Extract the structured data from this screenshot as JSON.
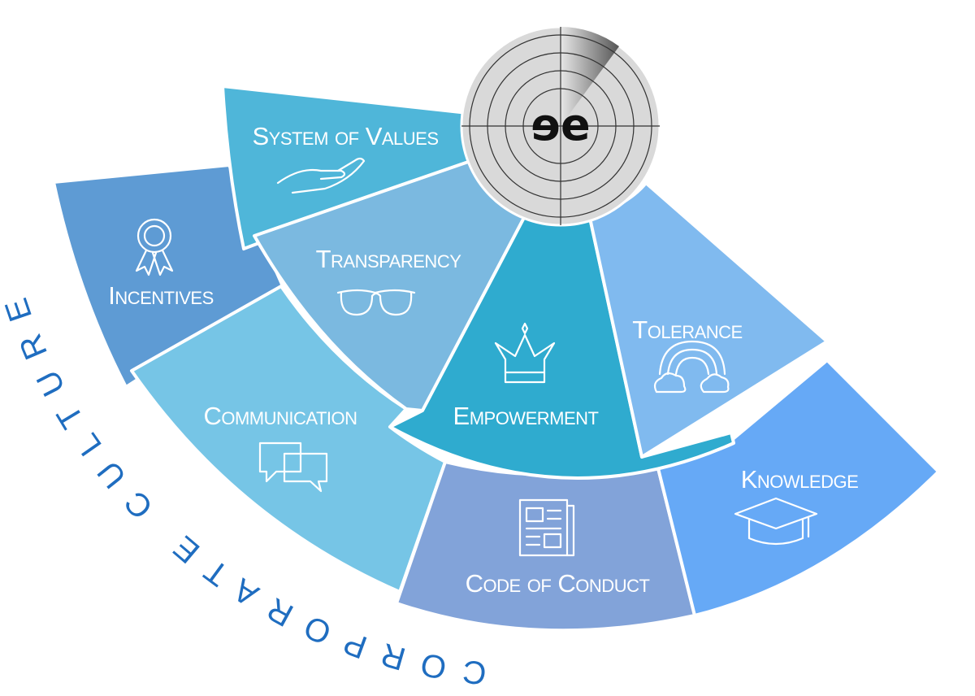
{
  "title": "Corporate Culture",
  "logo": {
    "text": "ɘe",
    "icon": "radar-icon"
  },
  "segments": [
    {
      "label": "System of Values",
      "icon": "hand-icon",
      "color": "#4fb6d9"
    },
    {
      "label": "Incentives",
      "icon": "award-ribbon-icon",
      "color": "#5e9bd4"
    },
    {
      "label": "Transparency",
      "icon": "glasses-icon",
      "color": "#7bb9e0"
    },
    {
      "label": "Communication",
      "icon": "chat-bubbles-icon",
      "color": "#76c5e6"
    },
    {
      "label": "Empowerment",
      "icon": "crown-icon",
      "color": "#2fabcf"
    },
    {
      "label": "Tolerance",
      "icon": "rainbow-icon",
      "color": "#80baef"
    },
    {
      "label": "Knowledge",
      "icon": "graduation-cap-icon",
      "color": "#66a9f6"
    },
    {
      "label": "Code of Conduct",
      "icon": "newspaper-icon",
      "color": "#82a3d9"
    }
  ],
  "colors": {
    "title": "#1f6dc0",
    "radar": "#d9d9d9"
  }
}
